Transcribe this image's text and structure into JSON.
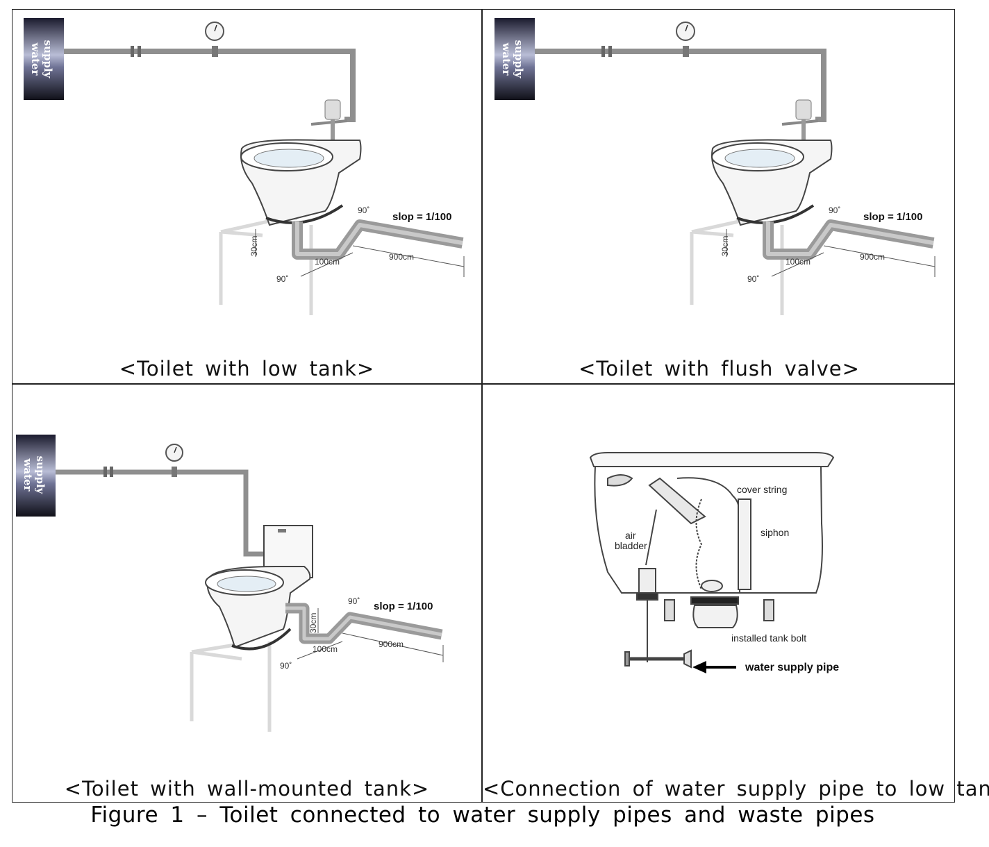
{
  "panels": [
    {
      "caption": "<Toilet with low tank>",
      "supply_box": {
        "line1": "supply",
        "line2": "water"
      },
      "labels": {
        "angle_top": "90˚",
        "angle_bottom": "90˚",
        "height": "30cm",
        "run_short": "100cm",
        "run_long": "900cm",
        "slope": "slop = 1/100"
      }
    },
    {
      "caption": "<Toilet with flush valve>",
      "supply_box": {
        "line1": "supply",
        "line2": "water"
      },
      "labels": {
        "angle_top": "90˚",
        "angle_bottom": "90˚",
        "height": "30cm",
        "run_short": "100cm",
        "run_long": "900cm",
        "slope": "slop = 1/100"
      }
    },
    {
      "caption": "<Toilet with wall-mounted tank>",
      "supply_box": {
        "line1": "supply",
        "line2": "water"
      },
      "labels": {
        "angle_top": "90˚",
        "angle_bottom": "90˚",
        "height": "30cm",
        "run_short": "100cm",
        "run_long": "900cm",
        "slope": "slop = 1/100"
      }
    },
    {
      "caption": "<Connection of water supply pipe to low tank>",
      "labels": {
        "cover_string": "cover string",
        "siphon": "siphon",
        "air": "air",
        "bladder": "bladder",
        "tank_bolt": "installed tank bolt",
        "supply_pipe": "water supply pipe"
      }
    }
  ],
  "figure_caption": "Figure 1 – Toilet connected to water supply pipes and waste pipes"
}
